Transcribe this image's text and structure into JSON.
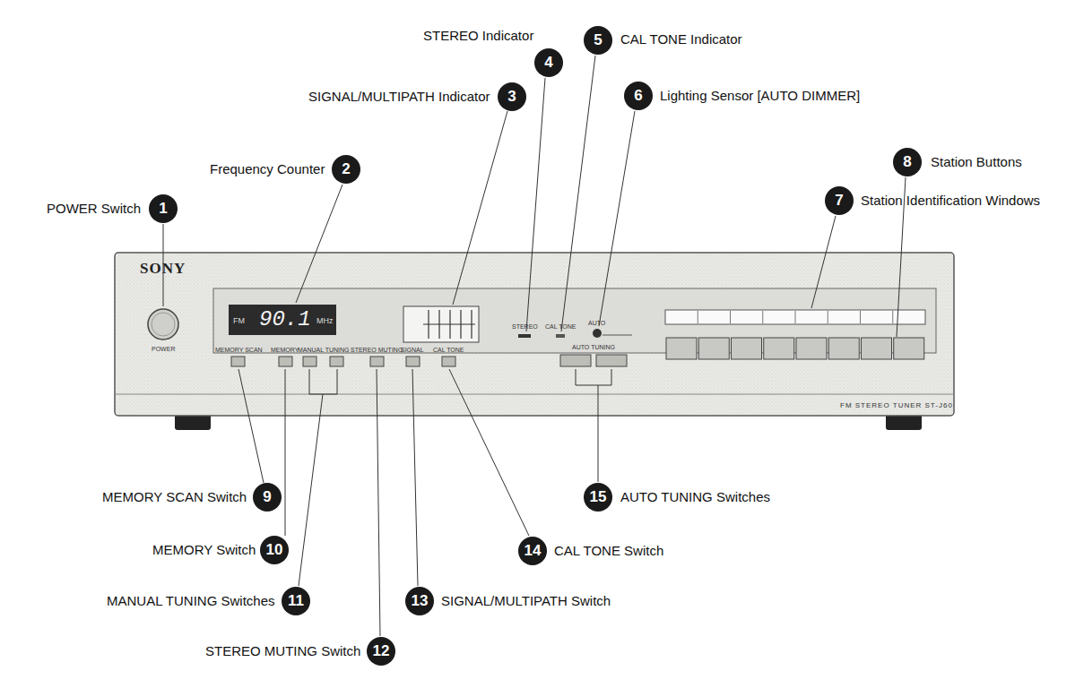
{
  "diagram": {
    "labels": [
      "POWER Switch",
      "1",
      "Frequency Counter",
      "2",
      "SIGNAL/MULTIPATH Indicator",
      "3",
      "STEREO Indicator",
      "4",
      "CAL TONE Indicator",
      "5",
      "Lighting Sensor [AUTO DIMMER]",
      "6",
      "Station Identification Windows",
      "7",
      "Station Buttons",
      "8",
      "MEMORY SCAN Switch",
      "9",
      "MEMORY Switch",
      "10",
      "MANUAL TUNING Switches",
      "11",
      "STEREO MUTING Switch",
      "12",
      "SIGNAL/MULTIPATH Switch",
      "13",
      "CAL TONE Switch",
      "14",
      "AUTO TUNING Switches",
      "15",
      "SONY",
      "POWER",
      "FM",
      "90.1",
      "MHz",
      "FM STEREO TUNER ST-J60",
      "MEMORY SCAN",
      "MEMORY",
      "MANUAL TUNING",
      "STEREO MUTING",
      "SIGNAL",
      "CAL TONE",
      "AUTO TUNING",
      "STEREO",
      "CAL TONE",
      "AUTO"
    ]
  }
}
